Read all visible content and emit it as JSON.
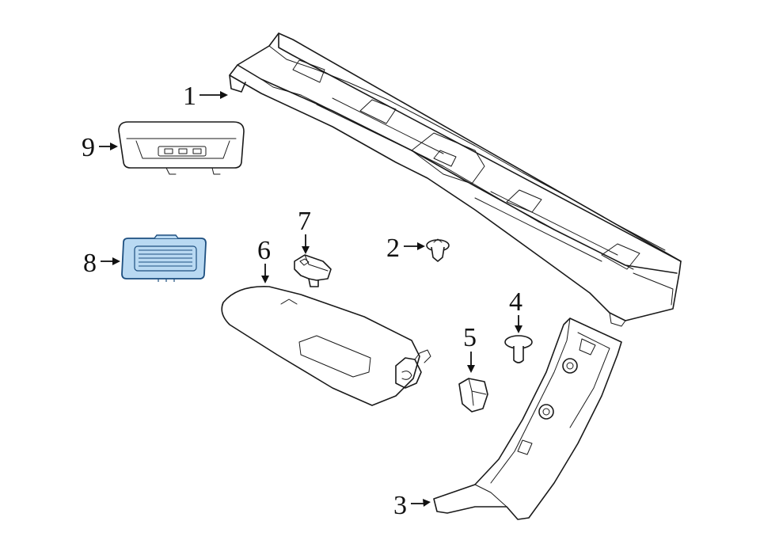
{
  "callouts": [
    {
      "id": "1",
      "label": "1"
    },
    {
      "id": "2",
      "label": "2"
    },
    {
      "id": "3",
      "label": "3"
    },
    {
      "id": "4",
      "label": "4"
    },
    {
      "id": "5",
      "label": "5"
    },
    {
      "id": "6",
      "label": "6"
    },
    {
      "id": "7",
      "label": "7"
    },
    {
      "id": "8",
      "label": "8"
    },
    {
      "id": "9",
      "label": "9"
    }
  ],
  "colors": {
    "line": "#1a1a1a",
    "highlight_fill": "#b9d9f2",
    "highlight_stroke": "#1d4f80",
    "background": "#ffffff"
  },
  "highlighted_part": "8"
}
